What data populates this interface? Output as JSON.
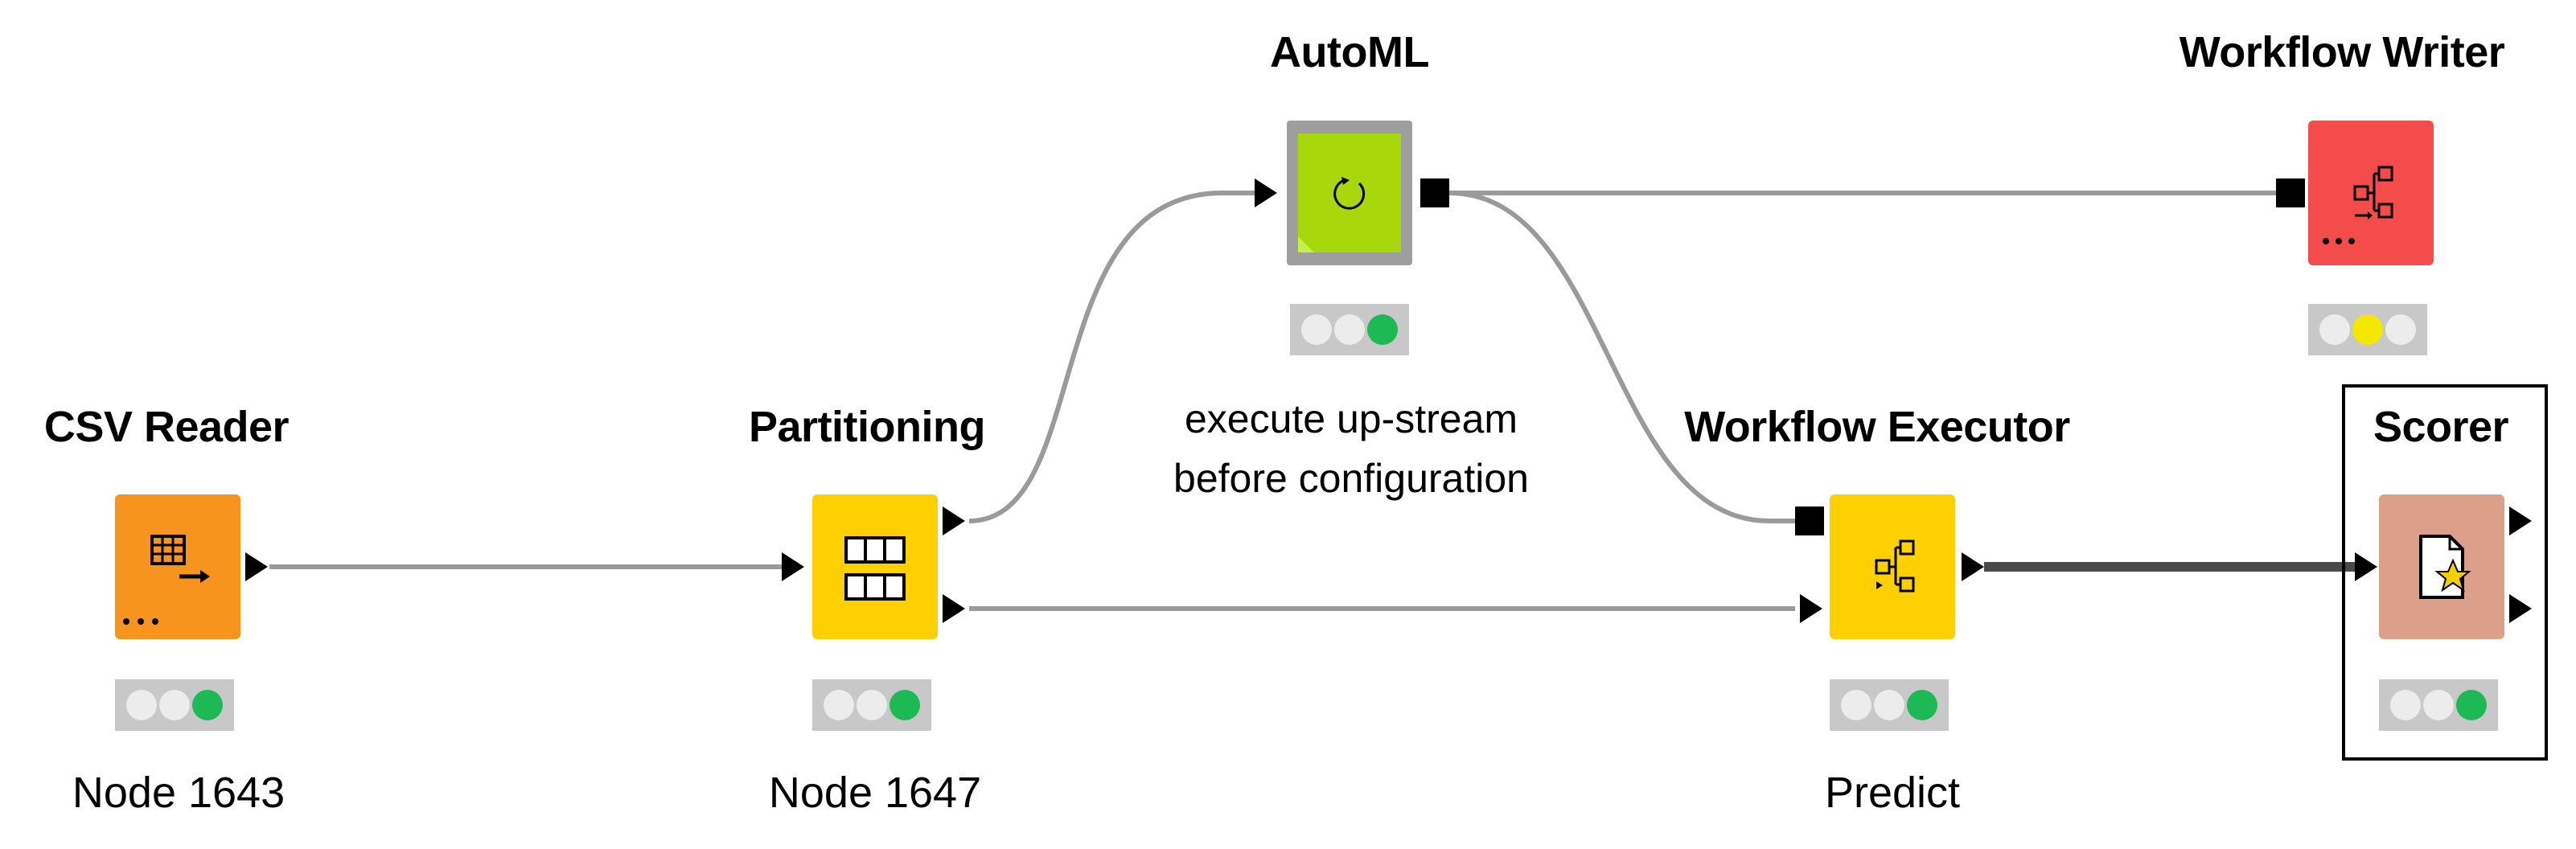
{
  "nodes": [
    {
      "id": "csv-reader",
      "title": "CSV Reader",
      "label": "Node 1643",
      "color": "#f7941d",
      "icon": "table-reader-icon",
      "status": "green"
    },
    {
      "id": "partitioning",
      "title": "Partitioning",
      "label": "Node 1647",
      "color": "#ffd000",
      "icon": "partition-icon",
      "status": "green"
    },
    {
      "id": "automl",
      "title": "AutoML",
      "label": "",
      "color": "#a8d80c",
      "icon": "loop-icon",
      "status": "green"
    },
    {
      "id": "workflow-writer",
      "title": "Workflow Writer",
      "label": "",
      "color": "#f44b4b",
      "icon": "workflow-write-icon",
      "status": "yellow"
    },
    {
      "id": "workflow-executor",
      "title": "Workflow Executor",
      "label": "Predict",
      "color": "#ffd000",
      "icon": "workflow-execute-icon",
      "status": "green"
    },
    {
      "id": "scorer",
      "title": "Scorer",
      "label": "",
      "color": "#dca08a",
      "icon": "scorer-icon",
      "status": "green"
    }
  ],
  "annotation": {
    "line1": "execute up-stream",
    "line2": "before configuration"
  },
  "status_colors": {
    "green": "#1db954",
    "yellow": "#f4e800",
    "off": "#ececec"
  }
}
